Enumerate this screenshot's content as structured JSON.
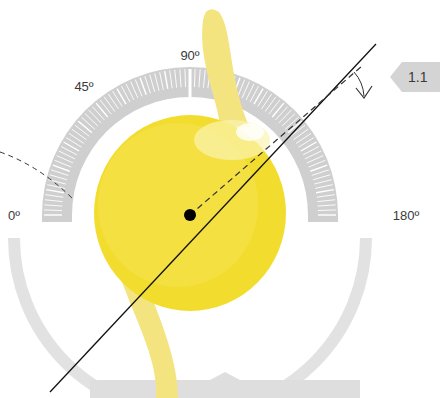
{
  "diagram": {
    "nodes": [
      {
        "text": [
          "1.1"
        ]
      }
    ],
    "labels": [
      "90º",
      "45º",
      "0º",
      "180º"
    ]
  }
}
